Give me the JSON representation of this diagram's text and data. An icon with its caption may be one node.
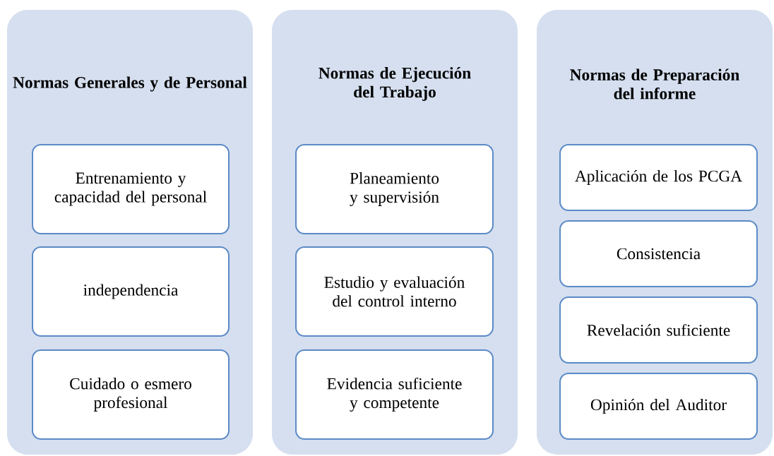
{
  "diagram": {
    "nodes": [
      {
        "text": [
          "Normas Generales y de Personal"
        ]
      },
      {
        "text": [
          "Entrenamiento y capacidad del personal"
        ],
        "in": 0
      },
      {
        "text": [
          "independencia"
        ],
        "in": 0
      },
      {
        "text": [
          "Cuidado o esmero profesional"
        ],
        "in": 0
      },
      {
        "text": [
          "Normas de Ejecución del Trabajo"
        ]
      },
      {
        "text": [
          "Planeamiento y supervisión"
        ],
        "in": 4
      },
      {
        "text": [
          "Estudio y evaluación del control interno"
        ],
        "in": 4
      },
      {
        "text": [
          "Evidencia suficiente y competente"
        ],
        "in": 4
      },
      {
        "text": [
          "Normas de Preparación del informe"
        ]
      },
      {
        "text": [
          "Aplicación de los PCGA"
        ],
        "in": 8
      },
      {
        "text": [
          "Consistencia"
        ],
        "in": 8
      },
      {
        "text": [
          "Revelación suficiente"
        ],
        "in": 8
      },
      {
        "text": [
          "Opinión del Auditor"
        ],
        "in": 8
      }
    ]
  }
}
